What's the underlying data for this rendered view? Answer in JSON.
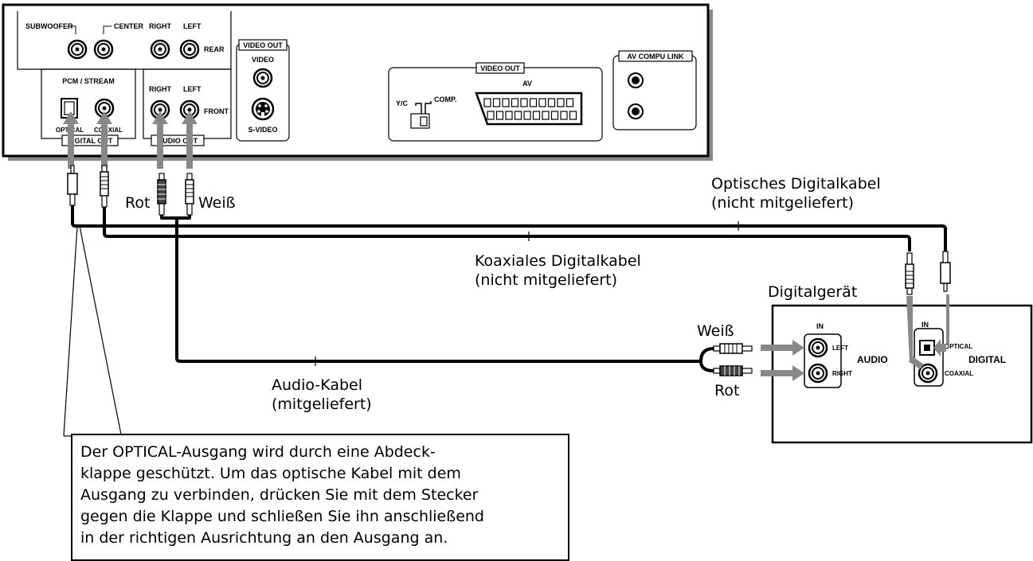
{
  "player": {
    "subwoofer": "SUBWOOFER",
    "center": "CENTER",
    "right": "RIGHT",
    "left": "LEFT",
    "rear": "REAR",
    "front": "FRONT",
    "pcm_stream": "PCM / STREAM",
    "optical": "OPTICAL",
    "coaxial": "COAXIAL",
    "digital_out": "DIGITAL OUT",
    "audio_out": "AUDIO OUT",
    "video_out": "VIDEO OUT",
    "video": "VIDEO",
    "s_video": "S-VIDEO",
    "yc": "Y/C",
    "comp": "COMP.",
    "av": "AV",
    "av_compu_link": "AV COMPU LINK"
  },
  "cables": {
    "red": "Rot",
    "white": "Weiß",
    "optical_cable_line1": "Optisches Digitalkabel",
    "optical_cable_line2": "(nicht mitgeliefert)",
    "coaxial_cable_line1": "Koaxiales Digitalkabel",
    "coaxial_cable_line2": "(nicht mitgeliefert)",
    "audio_cable_line1": "Audio-Kabel",
    "audio_cable_line2": "(mitgeliefert)"
  },
  "device": {
    "title": "Digitalgerät",
    "in": "IN",
    "left": "LEFT",
    "right": "RIGHT",
    "audio": "AUDIO",
    "optical": "OPTICAL",
    "coaxial": "COAXIAL",
    "digital": "DIGITAL",
    "white": "Weiß",
    "red": "Rot"
  },
  "note": {
    "line1": "Der OPTICAL-Ausgang wird durch eine Abdeck-",
    "line2": "klappe geschützt. Um das optische Kabel mit dem",
    "line3": "Ausgang zu verbinden, drücken Sie mit dem Stecker",
    "line4": "gegen die Klappe und schließen Sie ihn anschließend",
    "line5": "in der richtigen Ausrichtung an den Ausgang an."
  }
}
